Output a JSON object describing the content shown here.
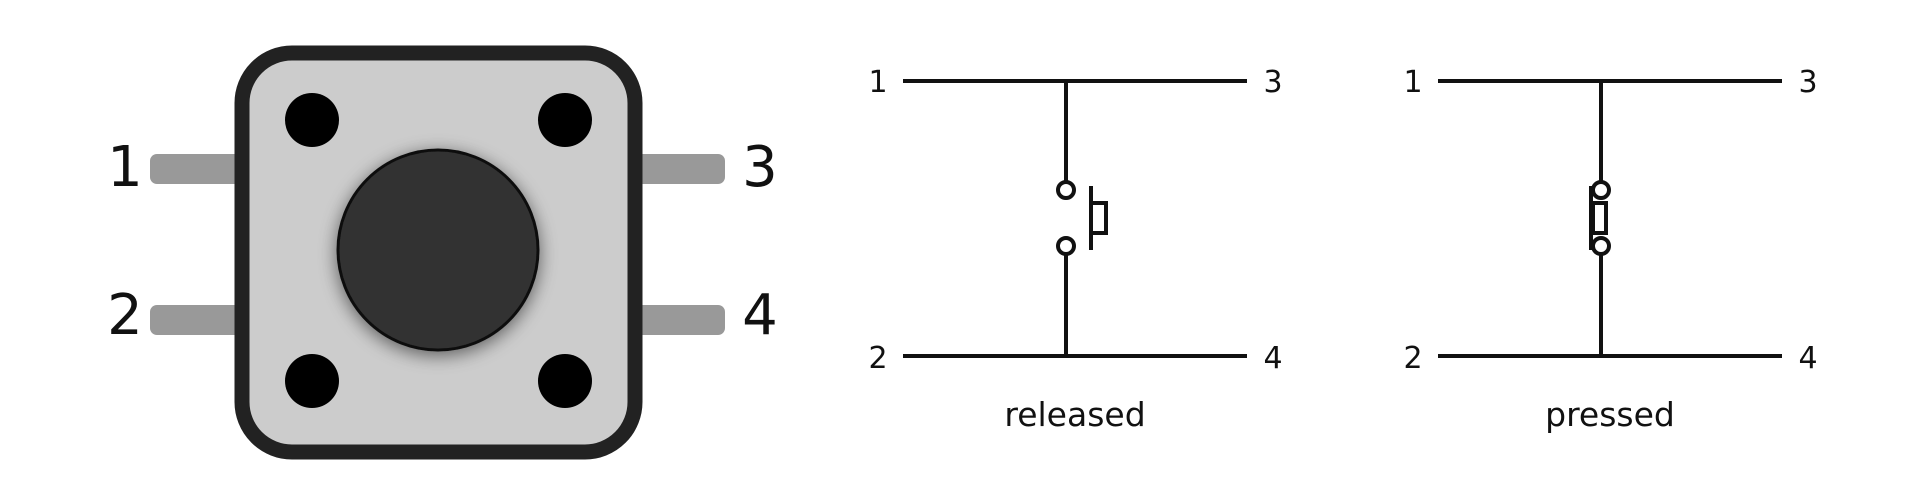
{
  "component": {
    "pins": [
      {
        "id": "pin-1",
        "label": "1"
      },
      {
        "id": "pin-2",
        "label": "2"
      },
      {
        "id": "pin-3",
        "label": "3"
      },
      {
        "id": "pin-4",
        "label": "4"
      }
    ]
  },
  "schematics": [
    {
      "state": "released",
      "caption": "released",
      "pins": {
        "top_left": "1",
        "top_right": "3",
        "bottom_left": "2",
        "bottom_right": "4"
      }
    },
    {
      "state": "pressed",
      "caption": "pressed",
      "pins": {
        "top_left": "1",
        "top_right": "3",
        "bottom_left": "2",
        "bottom_right": "4"
      }
    }
  ],
  "colors": {
    "body_outline": "#222222",
    "body_fill": "#cccccc",
    "button": "#333333",
    "holes": "#000000",
    "leads": "#999999",
    "lines": "#111111"
  }
}
